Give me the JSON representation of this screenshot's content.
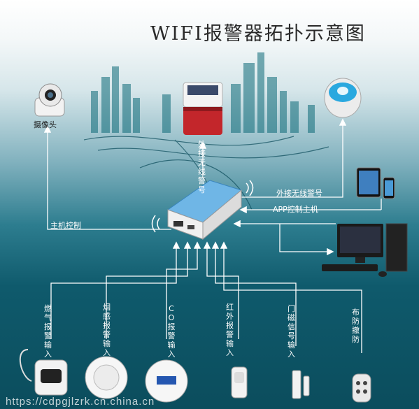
{
  "title": "WIFI报警器拓扑示意图",
  "labels": {
    "camera": "摄像头",
    "siren": "外接无线警号",
    "host_control": "主机控制",
    "wireless_siren_right": "外接无线警号",
    "app_control": "APP控制主机"
  },
  "inputs": [
    {
      "label": "燃气报警输入"
    },
    {
      "label": "烟感报警输入"
    },
    {
      "label": "CO报警输入"
    },
    {
      "label": "红外报警输入"
    },
    {
      "label": "门磁信号输入"
    },
    {
      "label": "布防撤防"
    }
  ],
  "watermark": "https://cdpgjlzrk.cn.china.cn",
  "colors": {
    "arrow": "#ffffff",
    "router": "#4aa3dd",
    "siren_red": "#c3262b"
  }
}
